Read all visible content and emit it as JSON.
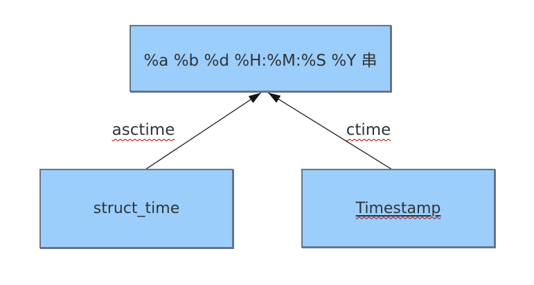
{
  "diagram": {
    "colors": {
      "background": "#ffffff",
      "node_fill": "#9ccefb",
      "node_border": "#64748b",
      "text": "#2e3436",
      "edge": "#141414",
      "squiggle": "#b40000"
    },
    "nodes": [
      {
        "id": "format-string",
        "label": "%a %b %d %H:%M:%S %Y 串"
      },
      {
        "id": "struct_time",
        "label": "struct_time"
      },
      {
        "id": "Timestamp",
        "label": "Timestamp"
      }
    ],
    "edges": [
      {
        "id": "asctime",
        "label": "asctime",
        "from": "struct_time",
        "to": "format-string"
      },
      {
        "id": "ctime",
        "label": "ctime",
        "from": "Timestamp",
        "to": "format-string"
      }
    ]
  }
}
